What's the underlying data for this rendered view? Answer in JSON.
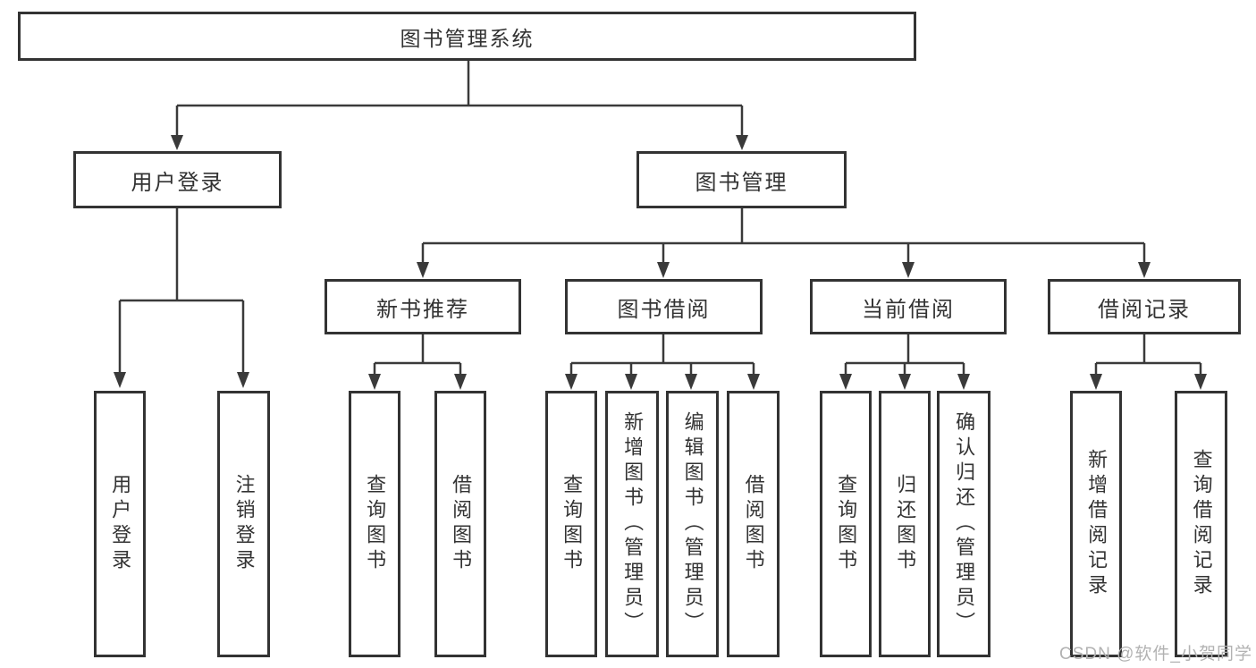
{
  "diagram": {
    "root": {
      "label": "图书管理系统"
    },
    "level1": [
      {
        "label": "用户登录"
      },
      {
        "label": "图书管理"
      }
    ],
    "level2": [
      {
        "label": "新书推荐"
      },
      {
        "label": "图书借阅"
      },
      {
        "label": "当前借阅"
      },
      {
        "label": "借阅记录"
      }
    ],
    "leaves": [
      {
        "label": "用户登录"
      },
      {
        "label": "注销登录"
      },
      {
        "label": "查询图书"
      },
      {
        "label": "借阅图书"
      },
      {
        "label": "查询图书"
      },
      {
        "label": "新增图书（管理员）"
      },
      {
        "label": "编辑图书（管理员）"
      },
      {
        "label": "借阅图书"
      },
      {
        "label": "查询图书"
      },
      {
        "label": "归还图书"
      },
      {
        "label": "确认归还（管理员）"
      },
      {
        "label": "新增借阅记录"
      },
      {
        "label": "查询借阅记录"
      }
    ]
  },
  "watermark": {
    "text": "CSDN @软件_小贺同学"
  },
  "colors": {
    "line": "#3a3a3a",
    "box_border": "#333333",
    "text": "#333333",
    "watermark": "#b2b2b2",
    "background": "#ffffff"
  }
}
